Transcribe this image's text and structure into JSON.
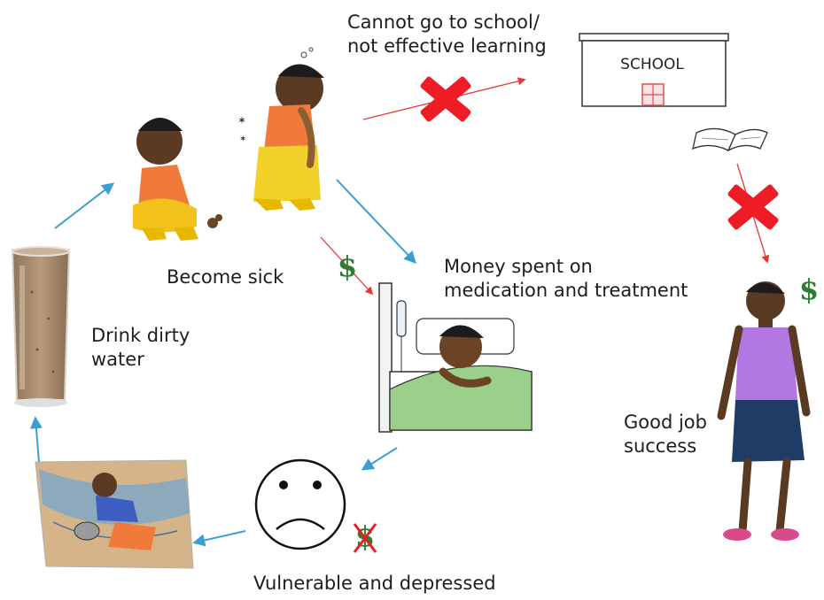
{
  "labels": {
    "school_barrier": [
      "Cannot go to school/",
      "not effective learning"
    ],
    "school_sign": "SCHOOL",
    "become_sick": "Become sick",
    "money_spent": [
      "Money spent on",
      "medication and treatment"
    ],
    "drink_dirty": [
      "Drink dirty",
      "water"
    ],
    "good_job": [
      "Good job",
      "success"
    ],
    "vulnerable": "Vulnerable and depressed"
  },
  "symbols": {
    "dollar": "$"
  },
  "colors": {
    "flow_arrow": "#3a9fd0",
    "blocked_arrow": "#e53935",
    "cross": "#ee1c25",
    "dollar": "#2e7d32",
    "dirty_water": "#a3876a",
    "school_window": "#d9534f"
  },
  "icons": {
    "glass": "dirty-water-glass-icon",
    "sick_child": "sick-child-icon",
    "vomiting_girl": "vomiting-girl-icon",
    "hospital_bed": "hospital-bed-icon",
    "sad_face": "sad-face-icon",
    "water_collecting": "water-collecting-girl-icon",
    "school": "school-building-icon",
    "book": "open-book-icon",
    "woman": "successful-woman-icon"
  }
}
